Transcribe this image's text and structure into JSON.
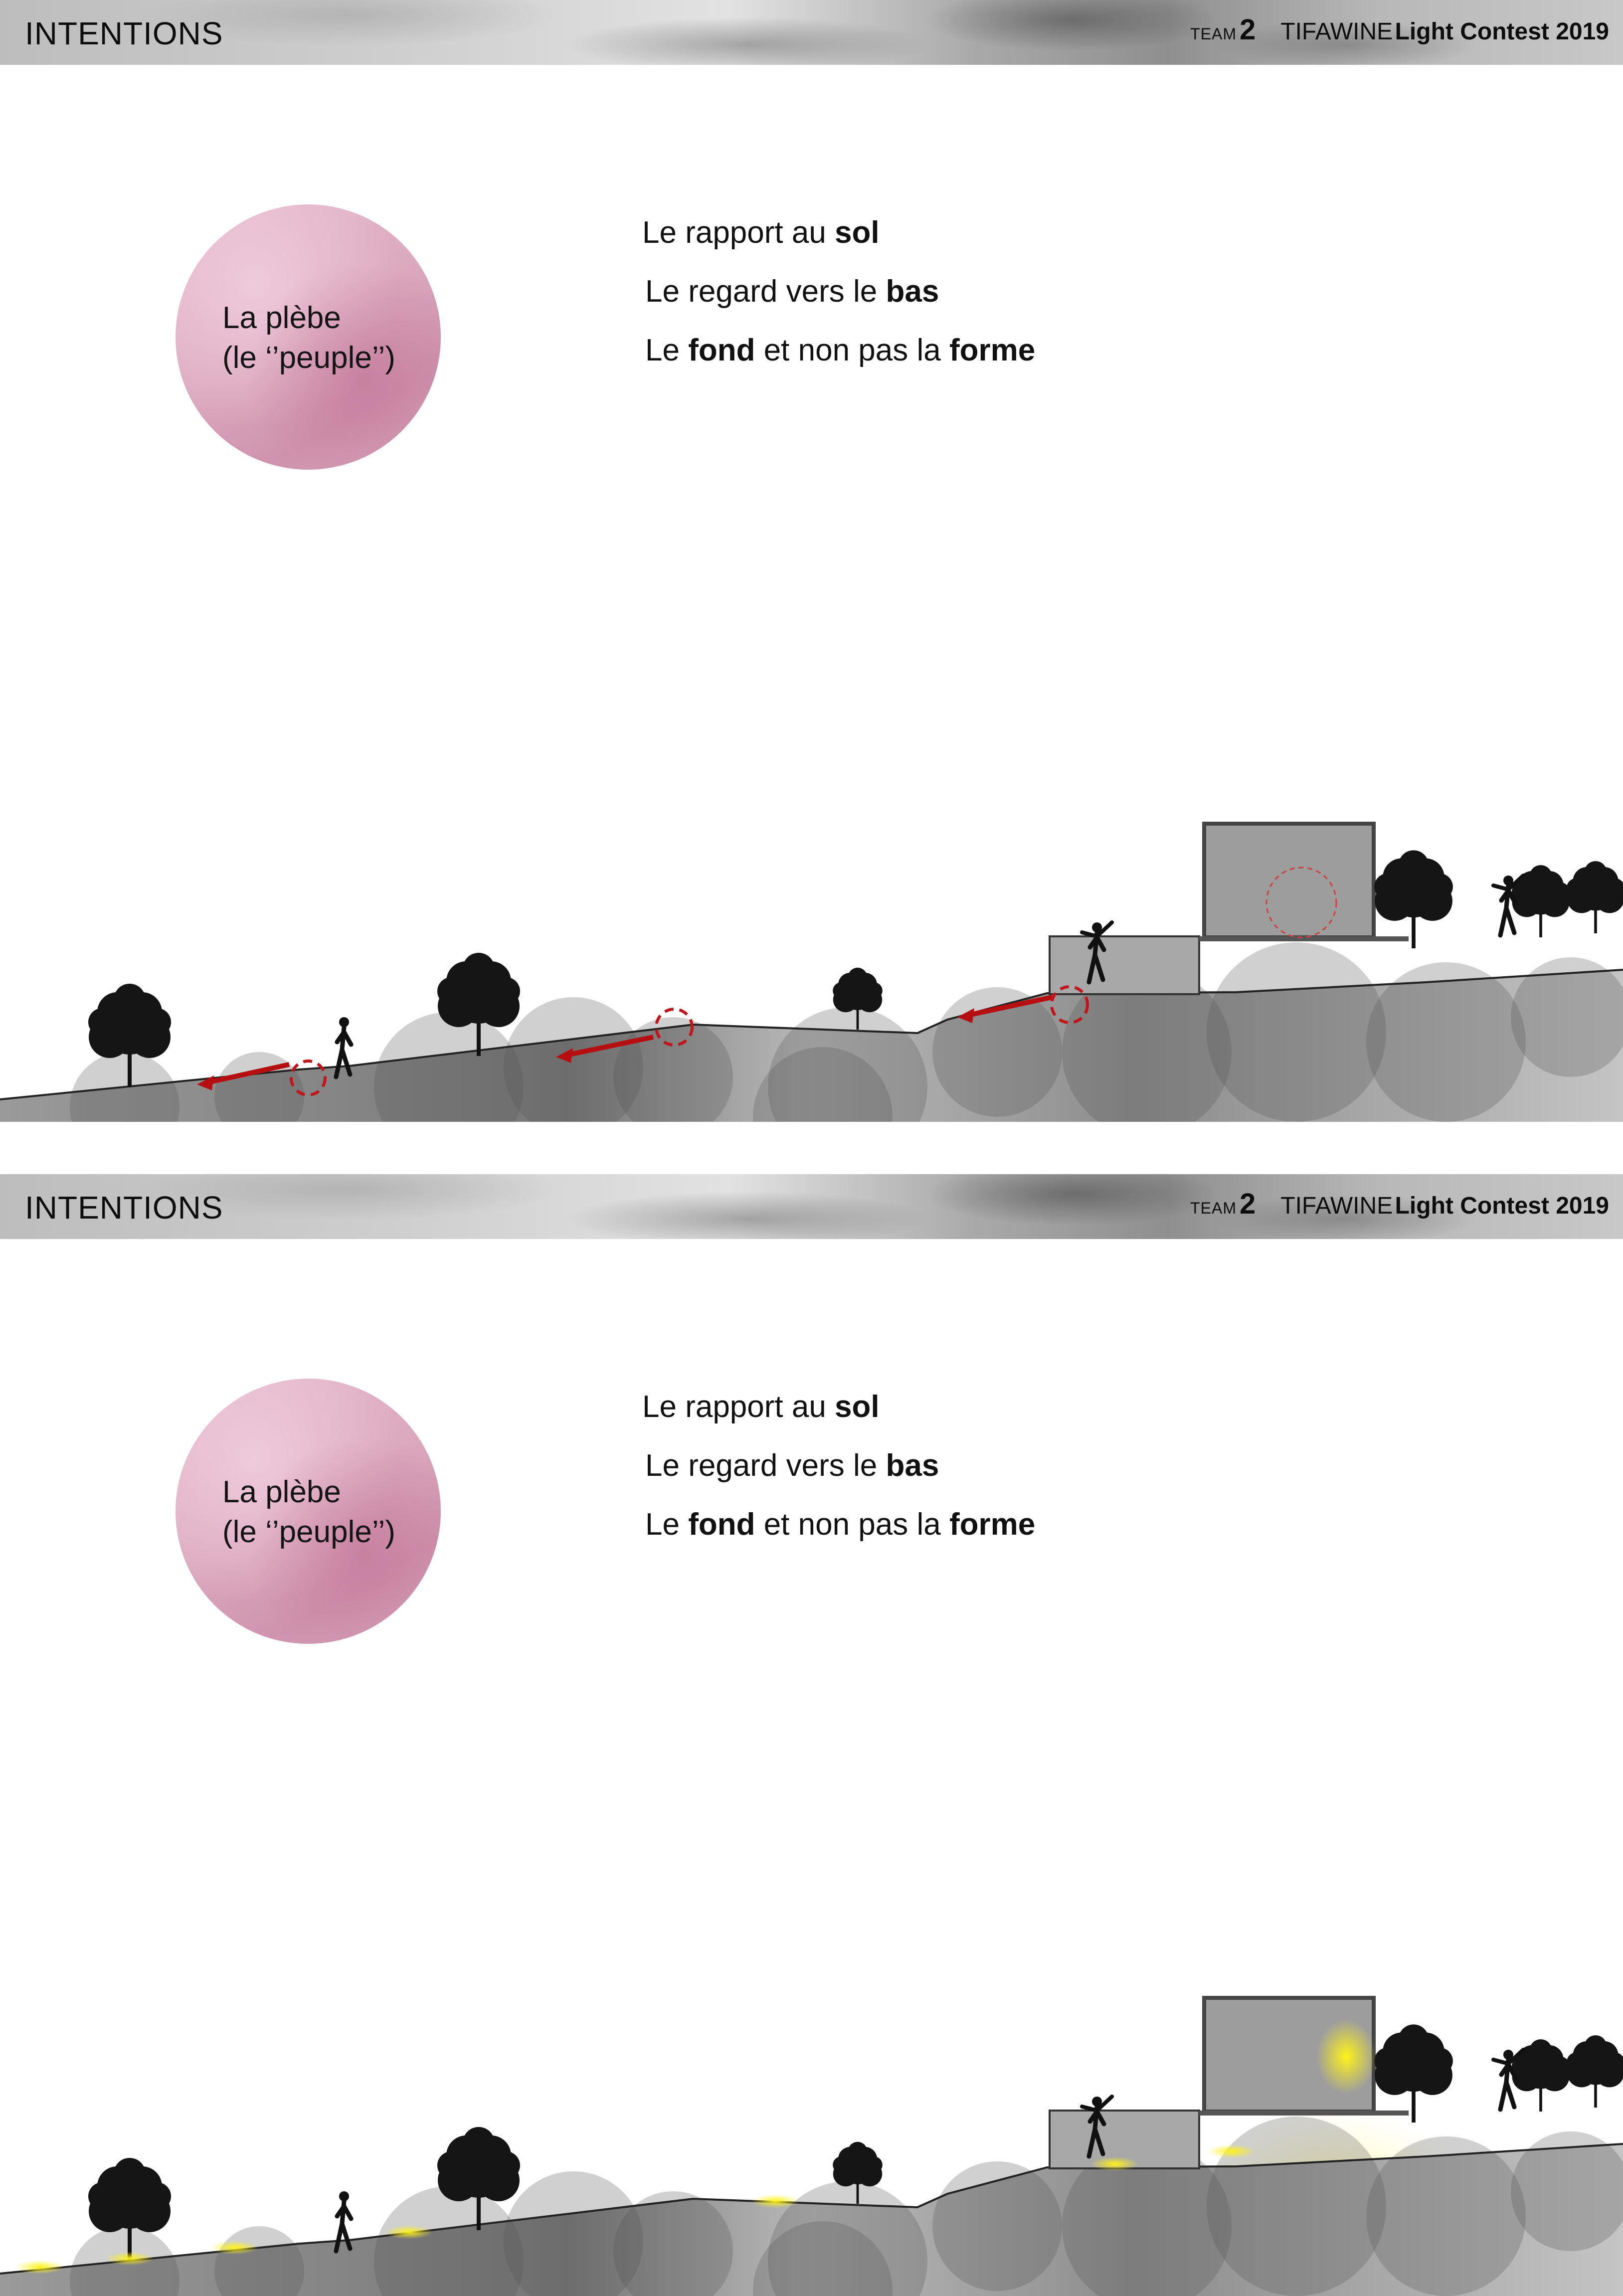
{
  "slides": [
    {
      "header": {
        "title": "INTENTIONS",
        "team_label": "TEAM",
        "team_number": "2",
        "contest_name": "TIFAWINE",
        "contest_suffix": "Light Contest 2019"
      },
      "circle": {
        "line1": "La plèbe",
        "line2": "(le ‘’peuple’’)"
      },
      "statements": [
        {
          "pre": "Le rapport au ",
          "bold": "sol",
          "mid": "",
          "bold2": ""
        },
        {
          "pre": "Le regard vers le ",
          "bold": "bas",
          "mid": "",
          "bold2": ""
        },
        {
          "pre": "Le ",
          "bold": "fond",
          "mid": " et non pas la ",
          "bold2": "forme"
        }
      ],
      "section_variant": "arrows"
    },
    {
      "header": {
        "title": "INTENTIONS",
        "team_label": "TEAM",
        "team_number": "2",
        "contest_name": "TIFAWINE",
        "contest_suffix": "Light Contest 2019"
      },
      "circle": {
        "line1": "La plèbe",
        "line2": "(le ‘’peuple’’)"
      },
      "statements": [
        {
          "pre": "Le rapport au ",
          "bold": "sol",
          "mid": "",
          "bold2": ""
        },
        {
          "pre": "Le regard vers le ",
          "bold": "bas",
          "mid": "",
          "bold2": ""
        },
        {
          "pre": "Le ",
          "bold": "fond",
          "mid": " et non pas la ",
          "bold2": "forme"
        }
      ],
      "section_variant": "lights"
    }
  ],
  "colors": {
    "arrow": "#b50f12",
    "light": "#fff21a",
    "circle": "#d9a5bb",
    "ground": "#8a8a8a"
  }
}
